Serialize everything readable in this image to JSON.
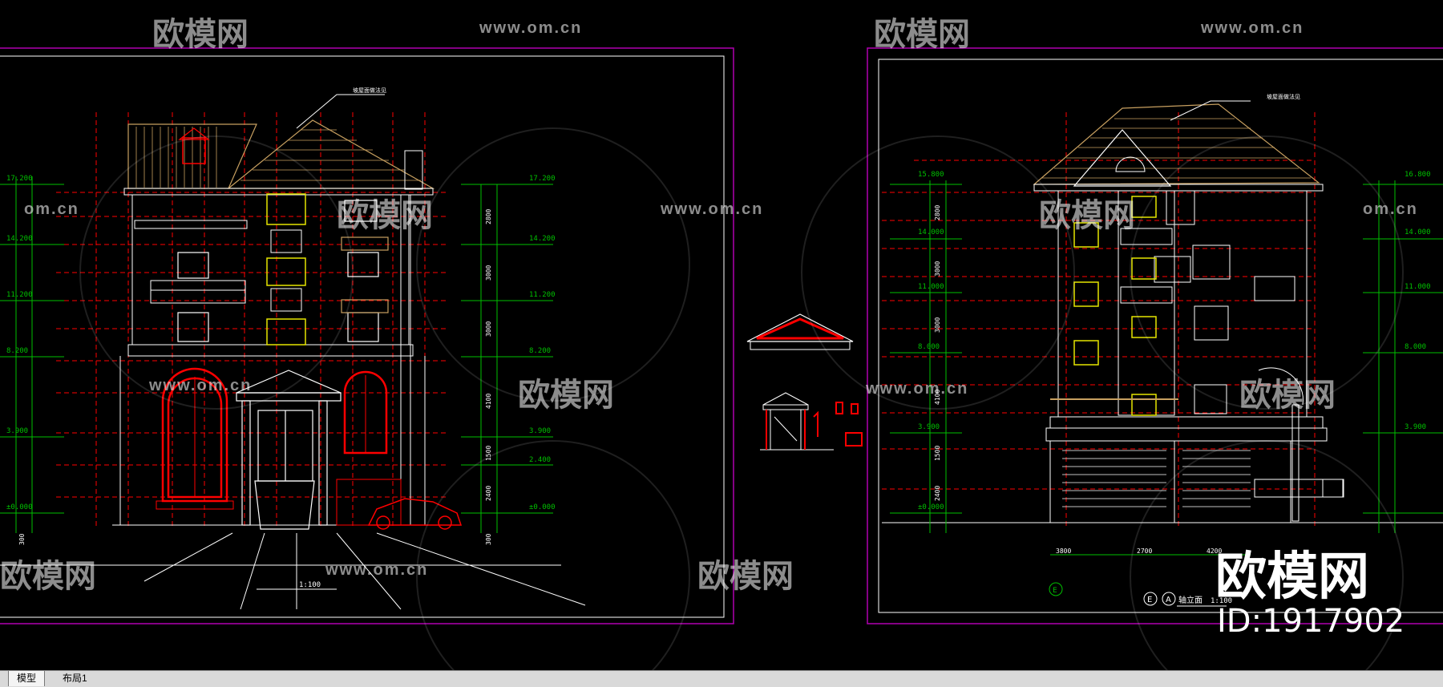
{
  "tabs": {
    "model": "模型",
    "layout1": "布局1"
  },
  "watermark": {
    "brand": "欧模网",
    "site": "www.om.cn",
    "site_short": "om.cn",
    "id_text": "ID:1917902"
  },
  "front_elevation": {
    "level_labels": [
      "17.200",
      "14.200",
      "11.200",
      "8.200",
      "3.900",
      "±0.000"
    ],
    "right_level_labels": [
      "17.200",
      "14.200",
      "11.200",
      "8.200",
      "3.900",
      "2.400",
      "±0.000"
    ],
    "dimension_labels": [
      "2800",
      "3000",
      "3000",
      "4100",
      "1500",
      "2400"
    ],
    "base_dims": [
      "300",
      "300"
    ],
    "roof_note": "坡屋面做法见",
    "scale": "1:100"
  },
  "side_elevation": {
    "level_labels": [
      "15.800",
      "14.000",
      "11.000",
      "8.000",
      "3.900",
      "±0.000"
    ],
    "right_level_labels": [
      "16.800",
      "14.000",
      "11.000",
      "8.000",
      "3.900"
    ],
    "dimension_labels": [
      "2800",
      "3000",
      "3000",
      "4100",
      "1500",
      "2400"
    ],
    "bottom_dims": [
      "3800",
      "2700",
      "4200"
    ],
    "roof_note": "坡屋面做法见",
    "title_axis_left": "E",
    "title_axis_right": "A",
    "title_text": "轴立面",
    "scale": "1:100",
    "axis_mark": "E"
  },
  "colors": {
    "background": "#000000",
    "frame": "#b000b0",
    "red": "#ff0000",
    "green": "#00c000",
    "yellow": "#e6e600",
    "white": "#ffffff",
    "roof": "#c8a060"
  }
}
